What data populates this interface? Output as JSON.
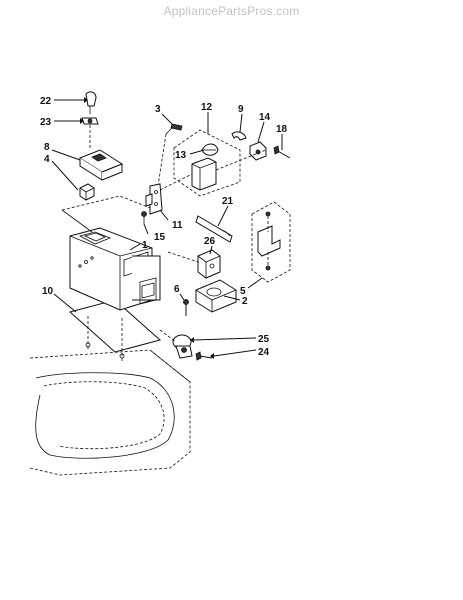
{
  "watermark": "AppliancePartsPros.com",
  "callouts": {
    "c1": "1",
    "c2": "2",
    "c3": "3",
    "c4": "4",
    "c5": "5",
    "c6": "6",
    "c8": "8",
    "c9": "9",
    "c10": "10",
    "c11": "11",
    "c12": "12",
    "c13": "13",
    "c14": "14",
    "c15": "15",
    "c18": "18",
    "c21": "21",
    "c22": "22",
    "c23": "23",
    "c24": "24",
    "c25": "25",
    "c26": "26"
  }
}
